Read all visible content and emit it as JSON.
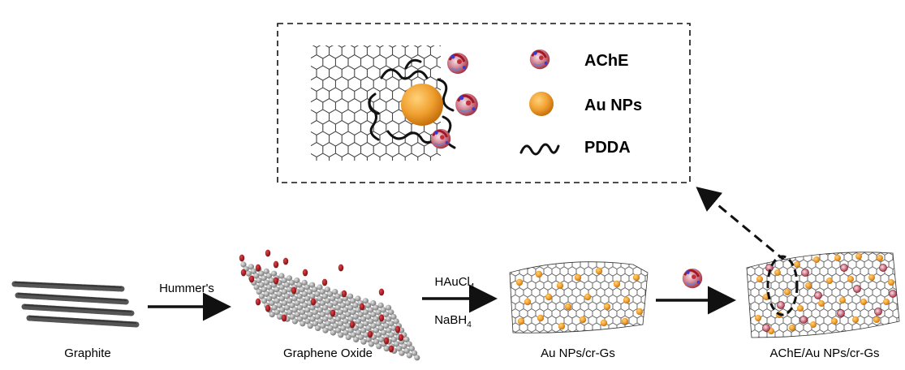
{
  "legend": {
    "items": [
      {
        "icon": "ache-enzyme-icon",
        "label": "AChE"
      },
      {
        "icon": "gold-nanoparticle-icon",
        "label": "Au NPs"
      },
      {
        "icon": "pdda-polymer-icon",
        "label": "PDDA"
      }
    ]
  },
  "stages": [
    {
      "label": "Graphite"
    },
    {
      "label": "Graphene Oxide"
    },
    {
      "label": "Au NPs/cr-Gs"
    },
    {
      "label": "AChE/Au NPs/cr-Gs"
    }
  ],
  "steps": {
    "step1": {
      "reagent": "Hummer's"
    },
    "step2": {
      "reagent_top_main": "HAuCl",
      "reagent_top_sub": "4",
      "reagent_bottom_main": "NaBH",
      "reagent_bottom_sub": "4"
    }
  },
  "colors": {
    "gold": "#e8961e",
    "enzyme_red": "#b8232b",
    "oxygen_red": "#b0151b",
    "carbon_gray": "#8a8a8a",
    "line": "#111111"
  }
}
